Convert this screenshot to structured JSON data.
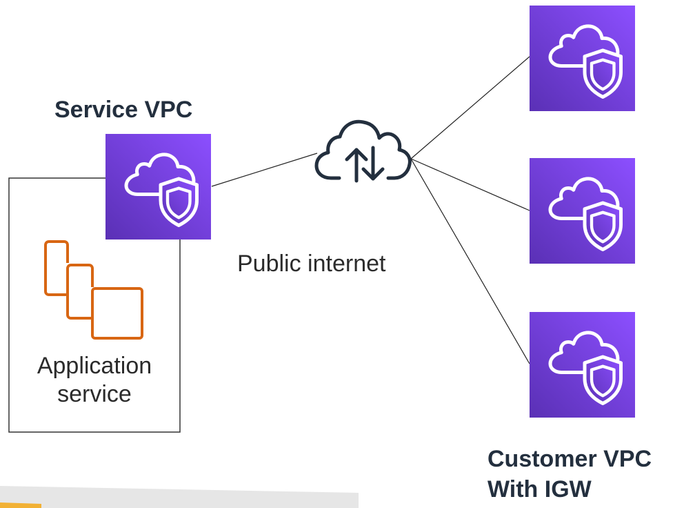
{
  "service_vpc": {
    "title": "Service VPC",
    "icon": "vpc-icon"
  },
  "application_service": {
    "line1": "Application",
    "line2": "service",
    "icon": "ec2-instances-icon"
  },
  "internet": {
    "label": "Public internet",
    "icon": "internet-cloud-icon"
  },
  "customer_vpcs": {
    "title_line1": "Customer VPC",
    "title_line2": "With IGW",
    "count": 3,
    "icon": "vpc-icon"
  },
  "colors": {
    "vpc_gradient_top": "#8c4fff",
    "vpc_gradient_bottom": "#5a30b5",
    "ec2_orange": "#d86613",
    "text_dark": "#232f3e",
    "footer_yellow": "#f2b134",
    "footer_gray": "#e6e6e6"
  }
}
